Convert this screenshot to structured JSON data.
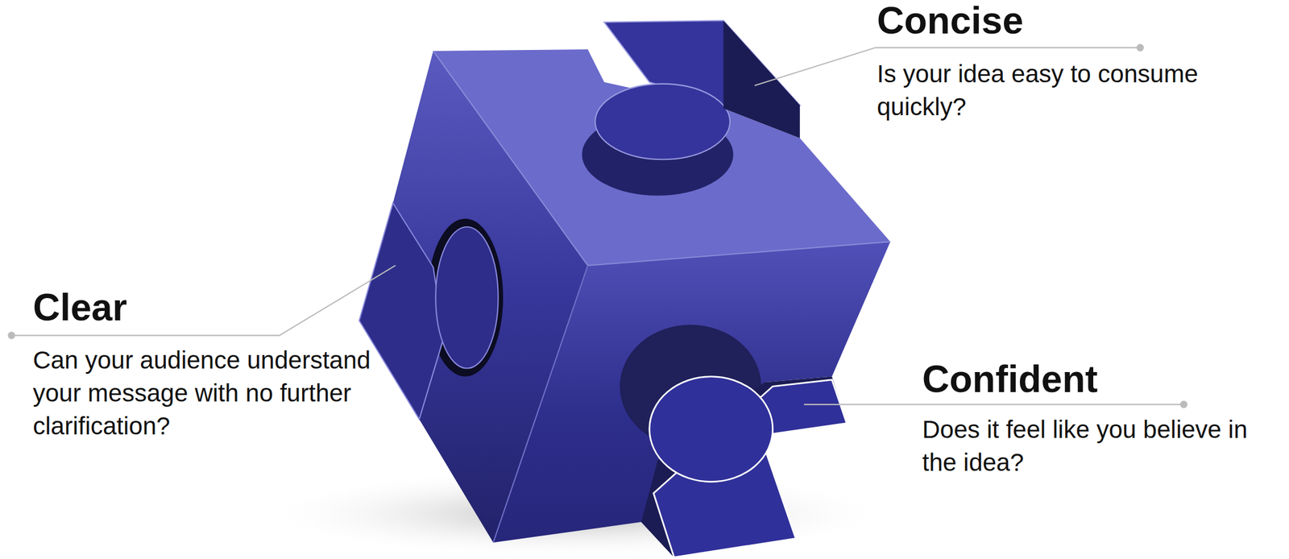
{
  "diagram": {
    "labels": [
      "Concise",
      "Is your idea easy to consume quickly?",
      "Clear",
      "Can your audience understand your message with no further clarification?",
      "Confident",
      "Does it feel like you believe in the idea?"
    ]
  }
}
